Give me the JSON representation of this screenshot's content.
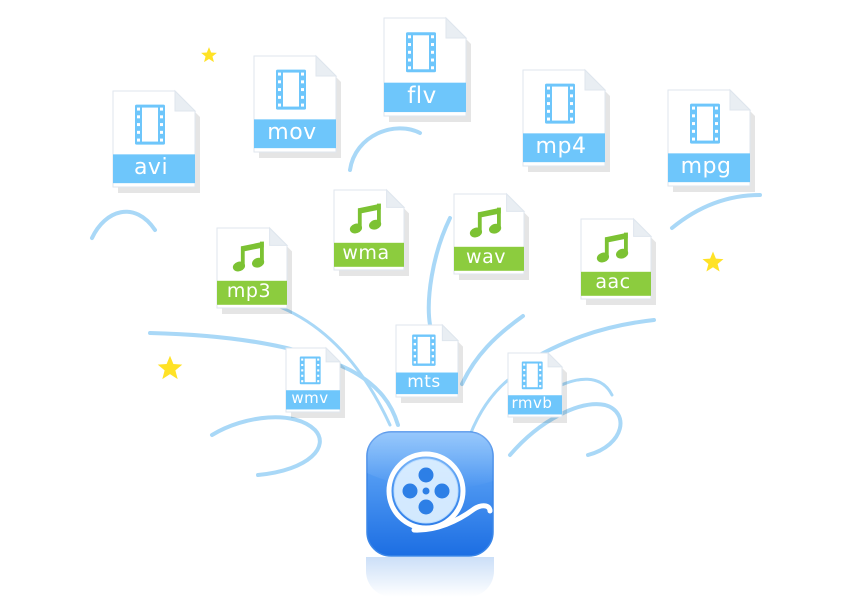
{
  "colors": {
    "video_band": "#6ec6fb",
    "audio_band": "#8ccc3e",
    "video_glyph": "#6ec6fb",
    "audio_glyph": "#7cc233",
    "swirl": "#a9d8f7",
    "star": "#ffe226",
    "app_top": "#6fb3fb",
    "app_bottom": "#1c6ee3"
  },
  "files": [
    {
      "id": "avi",
      "label": "avi",
      "kind": "video",
      "icon": "film-strip-icon"
    },
    {
      "id": "mov",
      "label": "mov",
      "kind": "video",
      "icon": "film-strip-icon"
    },
    {
      "id": "flv",
      "label": "flv",
      "kind": "video",
      "icon": "film-strip-icon"
    },
    {
      "id": "mp4",
      "label": "mp4",
      "kind": "video",
      "icon": "film-strip-icon"
    },
    {
      "id": "mpg",
      "label": "mpg",
      "kind": "video",
      "icon": "film-strip-icon"
    },
    {
      "id": "wma",
      "label": "wma",
      "kind": "audio",
      "icon": "music-note-icon"
    },
    {
      "id": "wav",
      "label": "wav",
      "kind": "audio",
      "icon": "music-note-icon"
    },
    {
      "id": "mp3",
      "label": "mp3",
      "kind": "audio",
      "icon": "music-note-icon"
    },
    {
      "id": "aac",
      "label": "aac",
      "kind": "audio",
      "icon": "music-note-icon"
    },
    {
      "id": "wmv",
      "label": "wmv",
      "kind": "video",
      "icon": "film-strip-icon"
    },
    {
      "id": "mts",
      "label": "mts",
      "kind": "video",
      "icon": "film-strip-icon"
    },
    {
      "id": "rmvb",
      "label": "rmvb",
      "kind": "video",
      "icon": "film-strip-icon"
    }
  ],
  "app": {
    "icon": "film-reel-icon"
  }
}
